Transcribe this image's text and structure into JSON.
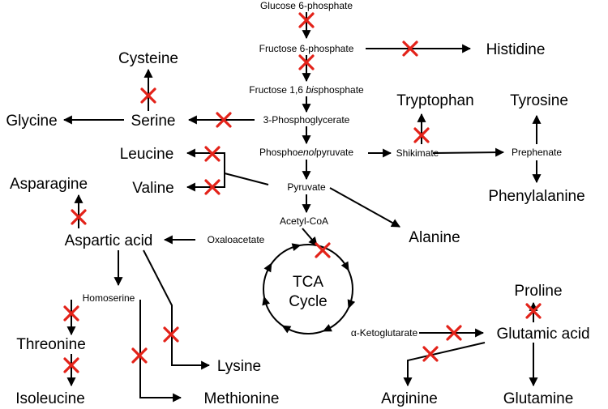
{
  "nodes": {
    "glucose6p": "Glucose 6-phosphate",
    "fructose6p": "Fructose 6-phosphate",
    "fructose16bp_pre": "Fructose 1,6 ",
    "fructose16bp_it": "bis",
    "fructose16bp_post": "phosphate",
    "pg3": "3-Phosphoglycerate",
    "pep_pre": "Phospho",
    "pep_it": "enol",
    "pep_post": "pyruvate",
    "pyruvate": "Pyruvate",
    "acetylcoa": "Acetyl-CoA",
    "oxaloacetate": "Oxaloacetate",
    "tca_line1": "TCA",
    "tca_line2": "Cycle",
    "akg": "α-Ketoglutarate",
    "shikimate": "Shikimate",
    "prephenate": "Prephenate",
    "homoserine": "Homoserine",
    "histidine": "Histidine",
    "cysteine": "Cysteine",
    "serine": "Serine",
    "glycine": "Glycine",
    "leucine": "Leucine",
    "valine": "Valine",
    "asparagine": "Asparagine",
    "aspartic_acid": "Aspartic acid",
    "threonine": "Threonine",
    "isoleucine": "Isoleucine",
    "methionine": "Methionine",
    "lysine": "Lysine",
    "alanine": "Alanine",
    "tryptophan": "Tryptophan",
    "tyrosine": "Tyrosine",
    "phenylalanine": "Phenylalanine",
    "proline": "Proline",
    "glutamic_acid": "Glutamic acid",
    "glutamine": "Glutamine",
    "arginine": "Arginine"
  },
  "colors": {
    "arrow": "#000000",
    "block_mark": "#e32219",
    "background": "#ffffff"
  },
  "icons": {
    "block_mark": "red-x-icon"
  }
}
